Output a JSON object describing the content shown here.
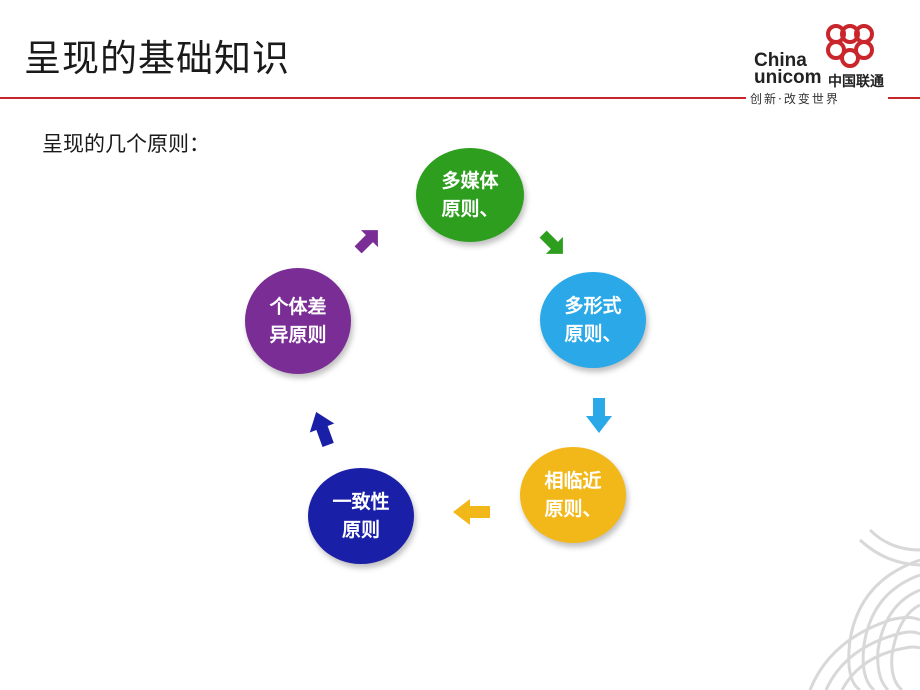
{
  "title": "呈现的基础知识",
  "subtitle": "呈现的几个原则：",
  "logo": {
    "en_line1": "China",
    "en_line2": "unicom",
    "cn_name": "中国联通",
    "slogan": "创新·改变世界",
    "brand_color": "#c9262c"
  },
  "nodes": [
    {
      "label": "多媒体原则、",
      "color": "#2e9e1f"
    },
    {
      "label": "多形式原则、",
      "color": "#2aa8e8"
    },
    {
      "label": "相临近原则、",
      "color": "#f2b81a"
    },
    {
      "label": "一致性原则",
      "color": "#1a1fa8"
    },
    {
      "label": "个体差异原则",
      "color": "#7a2d95"
    }
  ],
  "arrows": [
    {
      "color": "#2e9e1f"
    },
    {
      "color": "#2aa8e8"
    },
    {
      "color": "#f2b81a"
    },
    {
      "color": "#1a1fa8"
    },
    {
      "color": "#7a2d95"
    }
  ]
}
